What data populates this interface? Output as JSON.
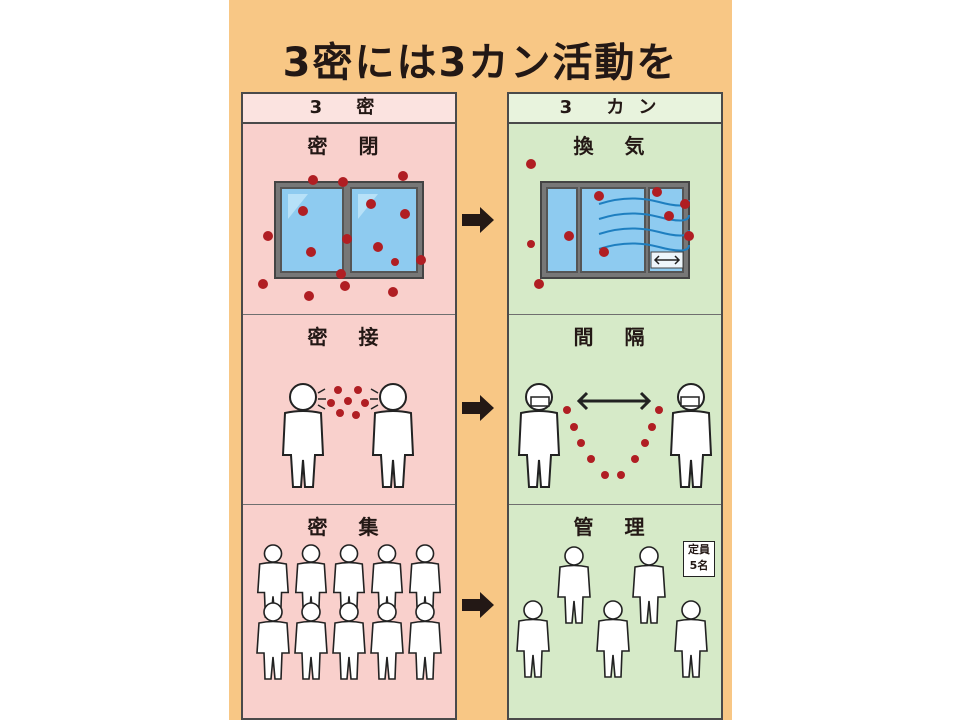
{
  "title": "3密には3カン活動を",
  "left": {
    "header": "3 密",
    "panels": [
      {
        "title": "密 閉"
      },
      {
        "title": "密 接"
      },
      {
        "title": "密 集"
      }
    ]
  },
  "right": {
    "header": "3 カン",
    "panels": [
      {
        "title": "換 気"
      },
      {
        "title": "間 隔"
      },
      {
        "title": "管 理"
      }
    ],
    "capacity_sign": {
      "line1": "定員",
      "line2": "5名"
    }
  },
  "colors": {
    "background": "#f8c785",
    "left_panel": "#f9d0cc",
    "right_panel": "#d6eac8",
    "virus": "#b01e23",
    "glass": "#8ecbf0"
  }
}
